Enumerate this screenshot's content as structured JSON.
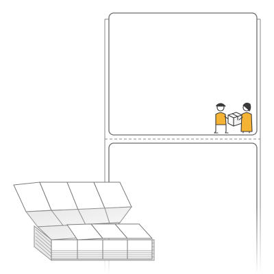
{
  "product": {
    "type": "fanfold-shipping-labels",
    "label_shape": "rectangle",
    "corner_style": "rounded",
    "perforated_separation": true,
    "illustration_icon": "delivery-handoff-icon"
  },
  "colors": {
    "background": "#ffffff",
    "label_outline": "#6b6b6b",
    "perforation": "#8a8a8a",
    "illustration_accent": "#f5b335",
    "illustration_line": "#3a3a3a",
    "stack_fill": "#f1f1f1",
    "stack_shadow": "#bdbdbd"
  }
}
